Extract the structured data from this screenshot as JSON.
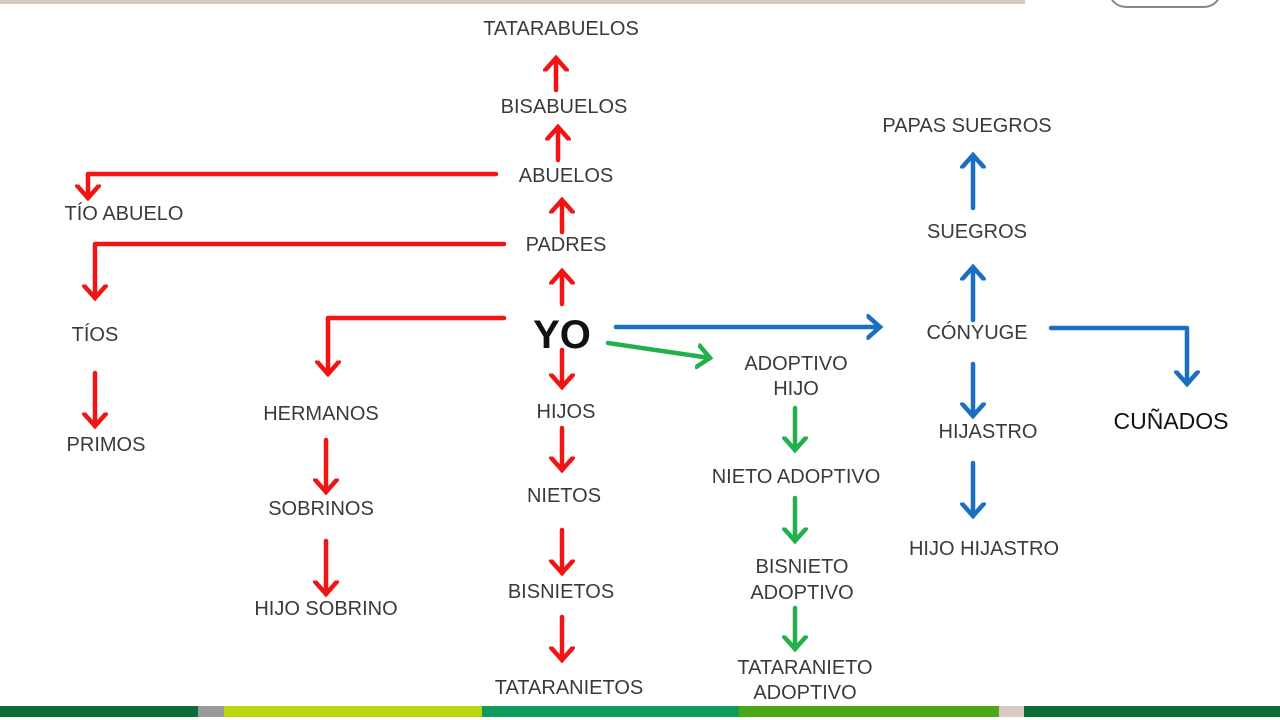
{
  "colors": {
    "blood": "#f01414",
    "spouse": "#1b6fc2",
    "adoptive": "#22b04b",
    "text": "#3a3a3a"
  },
  "center": "YO",
  "ascendants": [
    "TATARABUELOS",
    "BISABUELOS",
    "ABUELOS",
    "PADRES"
  ],
  "descendants": [
    "HIJOS",
    "NIETOS",
    "BISNIETOS",
    "TATARANIETOS"
  ],
  "collateral": {
    "tio_abuelo": "TÍO ABUELO",
    "tios": "TÍOS",
    "primos": "PRIMOS",
    "hermanos": "HERMANOS",
    "sobrinos": "SOBRINOS",
    "hijo_sobrino": "HIJO SOBRINO"
  },
  "adoptive": {
    "hijo_line1": "ADOPTIVO",
    "hijo_line2": "HIJO",
    "nieto": "NIETO ADOPTIVO",
    "bisnieto_line1": "BISNIETO",
    "bisnieto_line2": "ADOPTIVO",
    "tataranieto_line1": "TATARANIETO",
    "tataranieto_line2": "ADOPTIVO"
  },
  "affinity": {
    "papas_suegros": "PAPAS SUEGROS",
    "suegros": "SUEGROS",
    "conyuge": "CÓNYUGE",
    "cunados": "CUÑADOS",
    "hijastro": "HIJASTRO",
    "hijo_hijastro": "HIJO HIJASTRO"
  },
  "footer_bar_colors": [
    "#0b6e38",
    "#9a9a9a",
    "#bcd50e",
    "#0f9a5e",
    "#4aa816",
    "#d7cbc2",
    "#0b6e38"
  ]
}
